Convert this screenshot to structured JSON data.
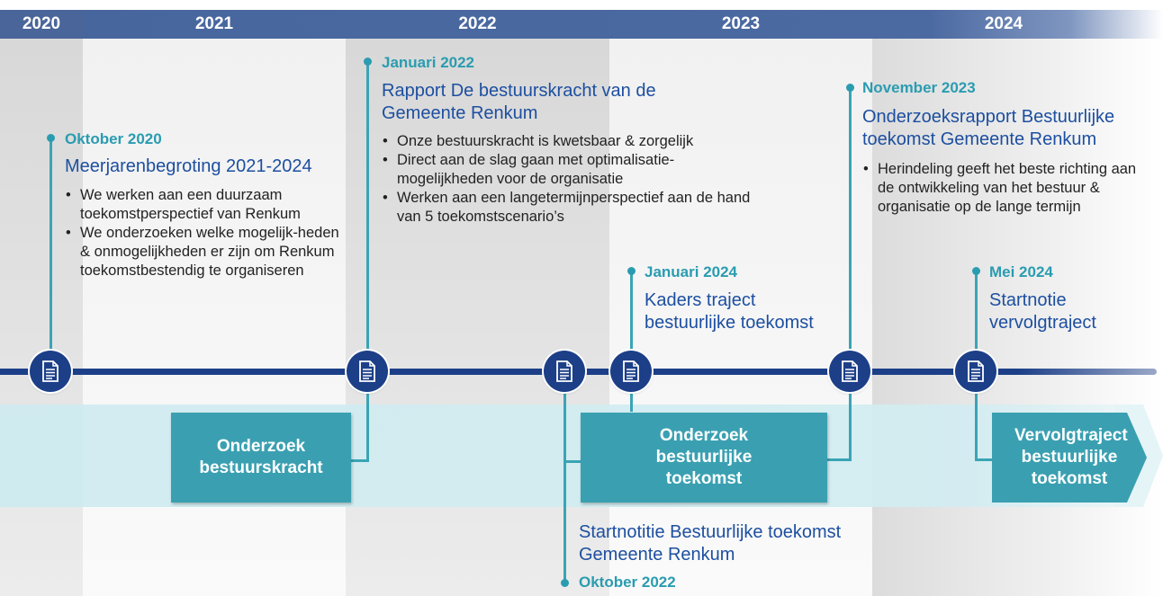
{
  "years": [
    "2020",
    "2021",
    "2022",
    "2023",
    "2024"
  ],
  "milestones": {
    "okt2020": {
      "date": "Oktober 2020",
      "title": "Meerjarenbegroting 2021-2024",
      "bullets": [
        "We werken aan een duurzaam toekomstperspectief van Renkum",
        "We onderzoeken welke mogelijk-heden & onmogelijkheden er zijn om Renkum toekomstbestendig te organiseren"
      ]
    },
    "jan2022": {
      "date": "Januari 2022",
      "title": "Rapport De bestuurskracht van de Gemeente Renkum",
      "bullets": [
        "Onze bestuurskracht is kwetsbaar & zorgelijk",
        "Direct aan de slag gaan met optimalisatie-mogelijkheden voor de organisatie",
        "Werken aan een langetermijnperspectief aan de hand van 5 toekomstscenario’s"
      ]
    },
    "okt2022": {
      "date": "Oktober 2022",
      "title": "Startnotitie Bestuurlijke toekomst Gemeente Renkum"
    },
    "jan2024": {
      "date": "Januari 2024",
      "title": "Kaders traject bestuurlijke toekomst"
    },
    "nov2023": {
      "date": "November 2023",
      "title": "Onderzoeksrapport Bestuurlijke toekomst Gemeente Renkum",
      "bullets": [
        "Herindeling geeft het beste richting aan de ontwikkeling van het bestuur & organisatie op de lange termijn"
      ]
    },
    "mei2024": {
      "date": "Mei 2024",
      "title": "Startnotie vervolgtraject"
    }
  },
  "phases": {
    "p1": "Onderzoek bestuurskracht",
    "p2": "Onderzoek bestuurlijke toekomst",
    "p3": "Vervolgtraject bestuurlijke toekomst"
  },
  "icons": {
    "node": "document-icon"
  },
  "colors": {
    "navy": "#1c3f88",
    "teal": "#3aa0b1",
    "title_blue": "#1d4fa0",
    "date_teal": "#2a9cb0"
  }
}
